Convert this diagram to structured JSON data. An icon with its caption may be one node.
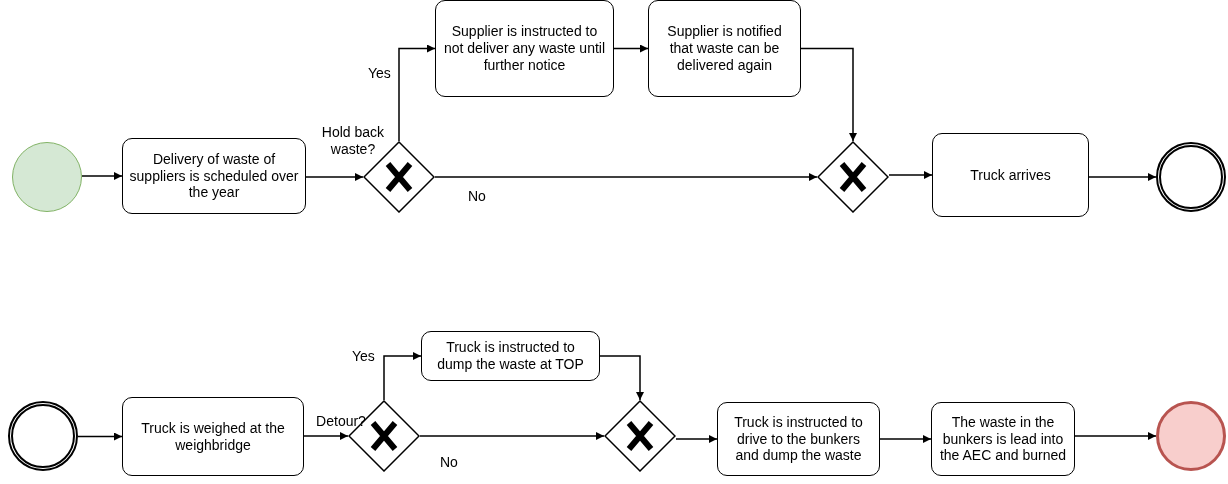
{
  "diagram": {
    "nodes": [
      {
        "text": [],
        "shape": "circle"
      },
      {
        "text": [
          "Delivery of waste of suppliers is scheduled over the year"
        ]
      },
      {
        "text": [],
        "shape": "diamond",
        "beside": [
          "Hold back waste?"
        ]
      },
      {
        "text": [
          "Supplier is instructed to not deliver any waste until further notice"
        ]
      },
      {
        "text": [
          "Supplier is notified that waste can be delivered again"
        ]
      },
      {
        "text": [],
        "shape": "diamond"
      },
      {
        "text": [
          "Truck arrives"
        ]
      },
      {
        "text": [],
        "shape": "circle"
      },
      {
        "text": [],
        "shape": "circle"
      },
      {
        "text": [
          "Truck is weighed at the weighbridge"
        ]
      },
      {
        "text": [],
        "shape": "diamond",
        "beside": [
          "Detour?"
        ]
      },
      {
        "text": [
          "Truck is instructed to dump the waste at TOP"
        ]
      },
      {
        "text": [],
        "shape": "diamond"
      },
      {
        "text": [
          "Truck is instructed to drive to the bunkers and dump the waste"
        ]
      },
      {
        "text": [
          "The waste in the bunkers is lead into the AEC and burned"
        ]
      },
      {
        "text": [],
        "shape": "circle"
      }
    ],
    "edges": [
      {
        "from": 0,
        "to": 1,
        "arrow": "to"
      },
      {
        "from": 1,
        "to": 2,
        "arrow": "to"
      },
      {
        "from": 2,
        "to": 3,
        "arrow": "to",
        "label": "Yes"
      },
      {
        "from": 3,
        "to": 4,
        "arrow": "to"
      },
      {
        "from": 4,
        "to": 5,
        "arrow": "to"
      },
      {
        "from": 2,
        "to": 5,
        "arrow": "to",
        "label": "No"
      },
      {
        "from": 5,
        "to": 6,
        "arrow": "to"
      },
      {
        "from": 6,
        "to": 7,
        "arrow": "to"
      },
      {
        "from": 8,
        "to": 9,
        "arrow": "to"
      },
      {
        "from": 9,
        "to": 10,
        "arrow": "to"
      },
      {
        "from": 10,
        "to": 11,
        "arrow": "to",
        "label": "Yes"
      },
      {
        "from": 11,
        "to": 12,
        "arrow": "to"
      },
      {
        "from": 10,
        "to": 12,
        "arrow": "to",
        "label": "No"
      },
      {
        "from": 12,
        "to": 13,
        "arrow": "to"
      },
      {
        "from": 13,
        "to": 14,
        "arrow": "to"
      },
      {
        "from": 14,
        "to": 15,
        "arrow": "to"
      }
    ]
  }
}
